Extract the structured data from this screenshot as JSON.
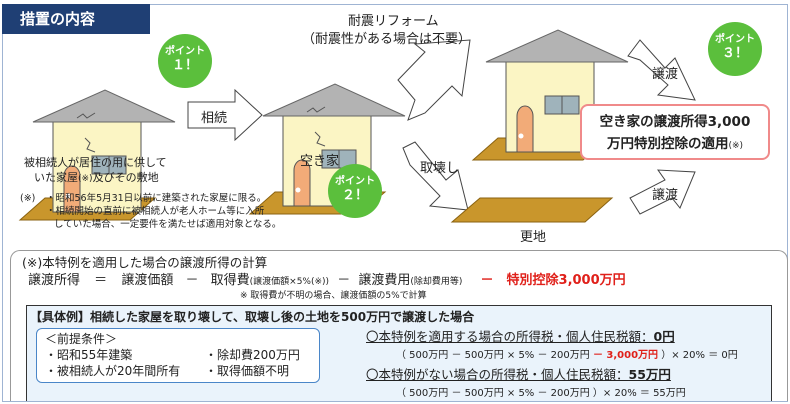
{
  "header": {
    "title": "措置の内容"
  },
  "points": [
    {
      "label": "ポイント",
      "num": "１！"
    },
    {
      "label": "ポイント",
      "num": "２！"
    },
    {
      "label": "ポイント",
      "num": "３！"
    }
  ],
  "flow": {
    "inherit": "相続",
    "vacant_house": "空き家",
    "reform": "耐震リフォーム",
    "reform_note": "（耐震性がある場合は不要）",
    "demolish": "取壊し",
    "transfer_upper": "譲渡",
    "transfer_lower": "譲渡",
    "vacant_lot": "更地",
    "result_line1": "空き家の譲渡所得3,000",
    "result_line2": "万円特別控除の適用",
    "result_note": "(※)"
  },
  "origin": {
    "line1": "被相続人が居住の用に供して",
    "line2a": "いた家屋",
    "line2note": "(※)",
    "line2b": "及びその敷地"
  },
  "notes": {
    "mark": "(※)",
    "item1": "・昭和56年5月31日以前に建築された家屋に限る。",
    "item2": "・相続開始の直前に被相続人が老人ホーム等に入所",
    "item3": "していた場合、一定要件を満たせば適用対象となる。"
  },
  "calc": {
    "title": "(※)本特例を適用した場合の譲渡所得の計算",
    "f1": "譲渡所得",
    "eq": "＝",
    "f2": "譲渡価額",
    "m1": "－",
    "f3": "取得費",
    "f3note": "(譲渡価額×5%(※))",
    "m2": "－",
    "f4": "譲渡費用",
    "f4note": "(除却費用等)",
    "f5": "－　特別控除3,000万円",
    "footnote": "※ 取得費が不明の場合、譲渡価額の5%で計算"
  },
  "example": {
    "title": "【具体例】相続した家屋を取り壊して、取壊し後の土地を500万円で譲渡した場合",
    "cond_title": "＜前提条件＞",
    "cond": [
      "・昭和55年建築",
      "・除却費200万円",
      "・被相続人が20年間所有",
      "・取得価額不明"
    ],
    "with_title": "〇本特例を適用する場合の所得税・個人住民税額：",
    "with_value": "0円",
    "with_calc_a": "（ 500万円 － 500万円 × 5% － 200万円 ",
    "with_calc_red": "－ 3,000万円",
    "with_calc_b": " ）× 20% ＝ 0円",
    "without_title": "〇本特例がない場合の所得税・個人住民税額：",
    "without_value": "55万円",
    "without_calc": "（ 500万円 － 500万円 × 5% － 200万円 ）× 20% ＝ 55万円"
  }
}
